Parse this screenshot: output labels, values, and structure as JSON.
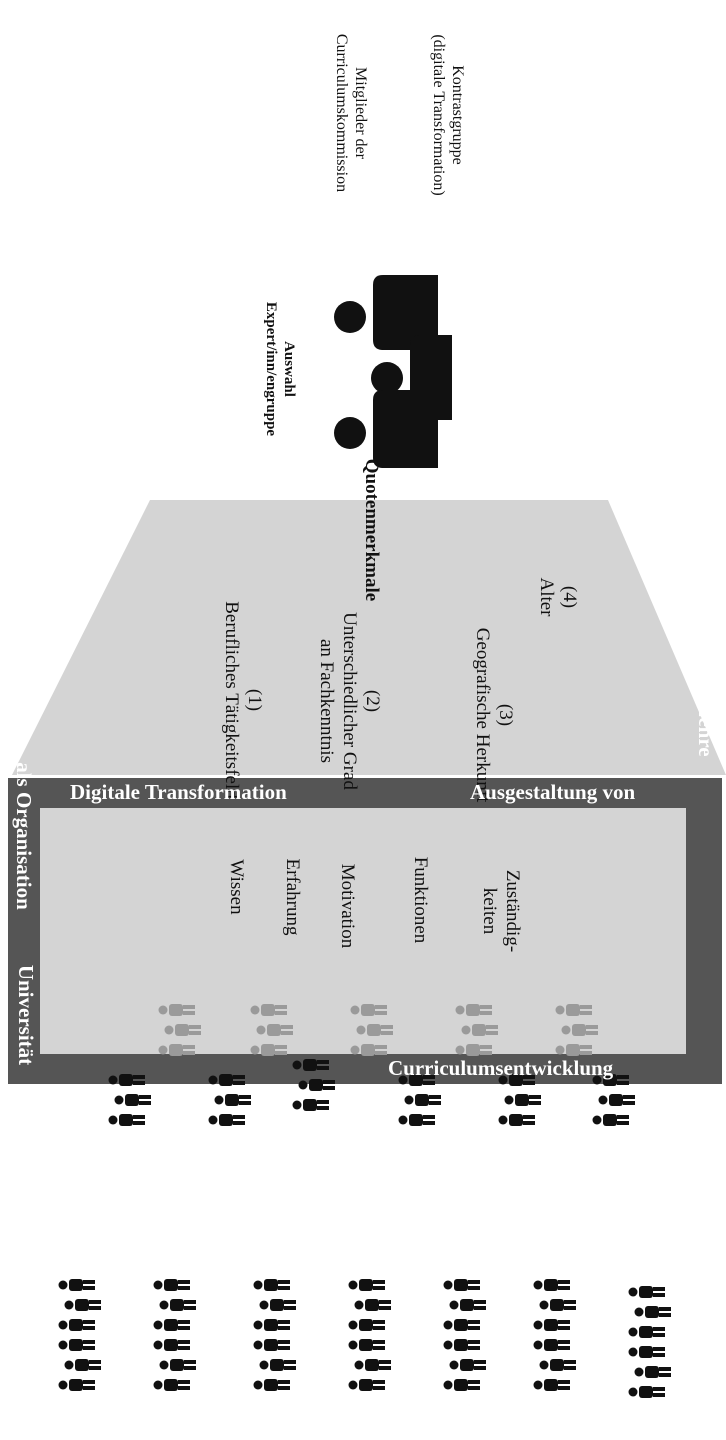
{
  "selection": {
    "title": "Auswahl\nExpert/inn/engruppe",
    "members": "Mitglieder der\nCurriculumskommission",
    "contrast": "Kontrastgruppe\n(digitale Transformation)"
  },
  "quota": {
    "title": "Quotenmerkmale",
    "items": [
      "(1)\nBerufliches Tätigkeitsfeld",
      "(2)\nUnterschiedlicher Grad\nan Fachkenntnis",
      "(3)\nGeografische Herkunft",
      "(4)\nAlter"
    ]
  },
  "frame": {
    "left_top": "als Organisation",
    "left_bottom": "Universität",
    "top_left": "Digitale Transformation",
    "top_right": "Ausgestaltung von",
    "right": "Lehre",
    "bottom_right": "Curriculumsentwicklung"
  },
  "criteria": [
    "Wissen",
    "Erfahrung",
    "Motivation",
    "Funktionen",
    "Zuständig-\nkeiten"
  ],
  "colors": {
    "dark_gray": "#555555",
    "light_gray": "#d4d4d4",
    "black": "#111111"
  }
}
